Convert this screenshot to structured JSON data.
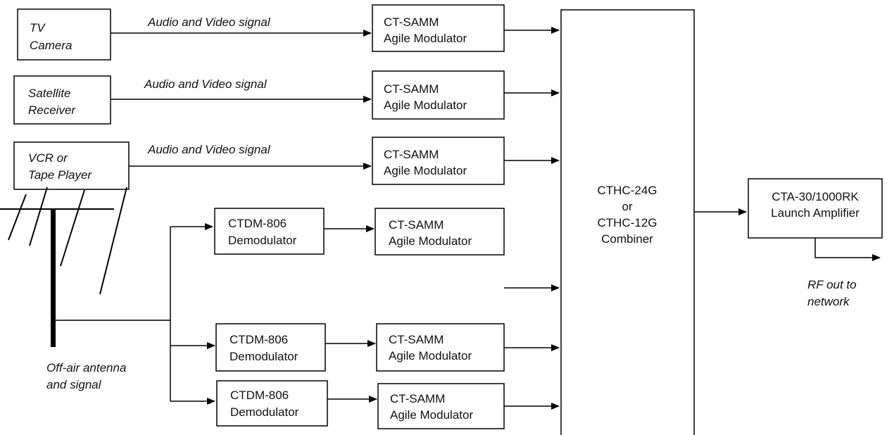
{
  "sources": {
    "tv_camera": [
      "TV",
      "Camera"
    ],
    "satellite": [
      "Satellite",
      "Receiver"
    ],
    "vcr": [
      "VCR or",
      "Tape Player"
    ]
  },
  "signal_labels": [
    "Audio and  Video signal",
    "Audio and  Video signal",
    "Audio and Video  signal"
  ],
  "modulator": [
    "CT-SAMM",
    "Agile Modulator"
  ],
  "demodulator": [
    "CTDM-806",
    "Demodulator"
  ],
  "combiner": [
    "CTHC-24G",
    "or",
    "CTHC-12G",
    "Combiner"
  ],
  "amplifier": [
    "CTA-30/1000RK",
    "Launch Amplifier"
  ],
  "antenna_label": [
    "Off-air antenna",
    "and signal"
  ],
  "output_label": [
    "RF out  to",
    "network"
  ]
}
